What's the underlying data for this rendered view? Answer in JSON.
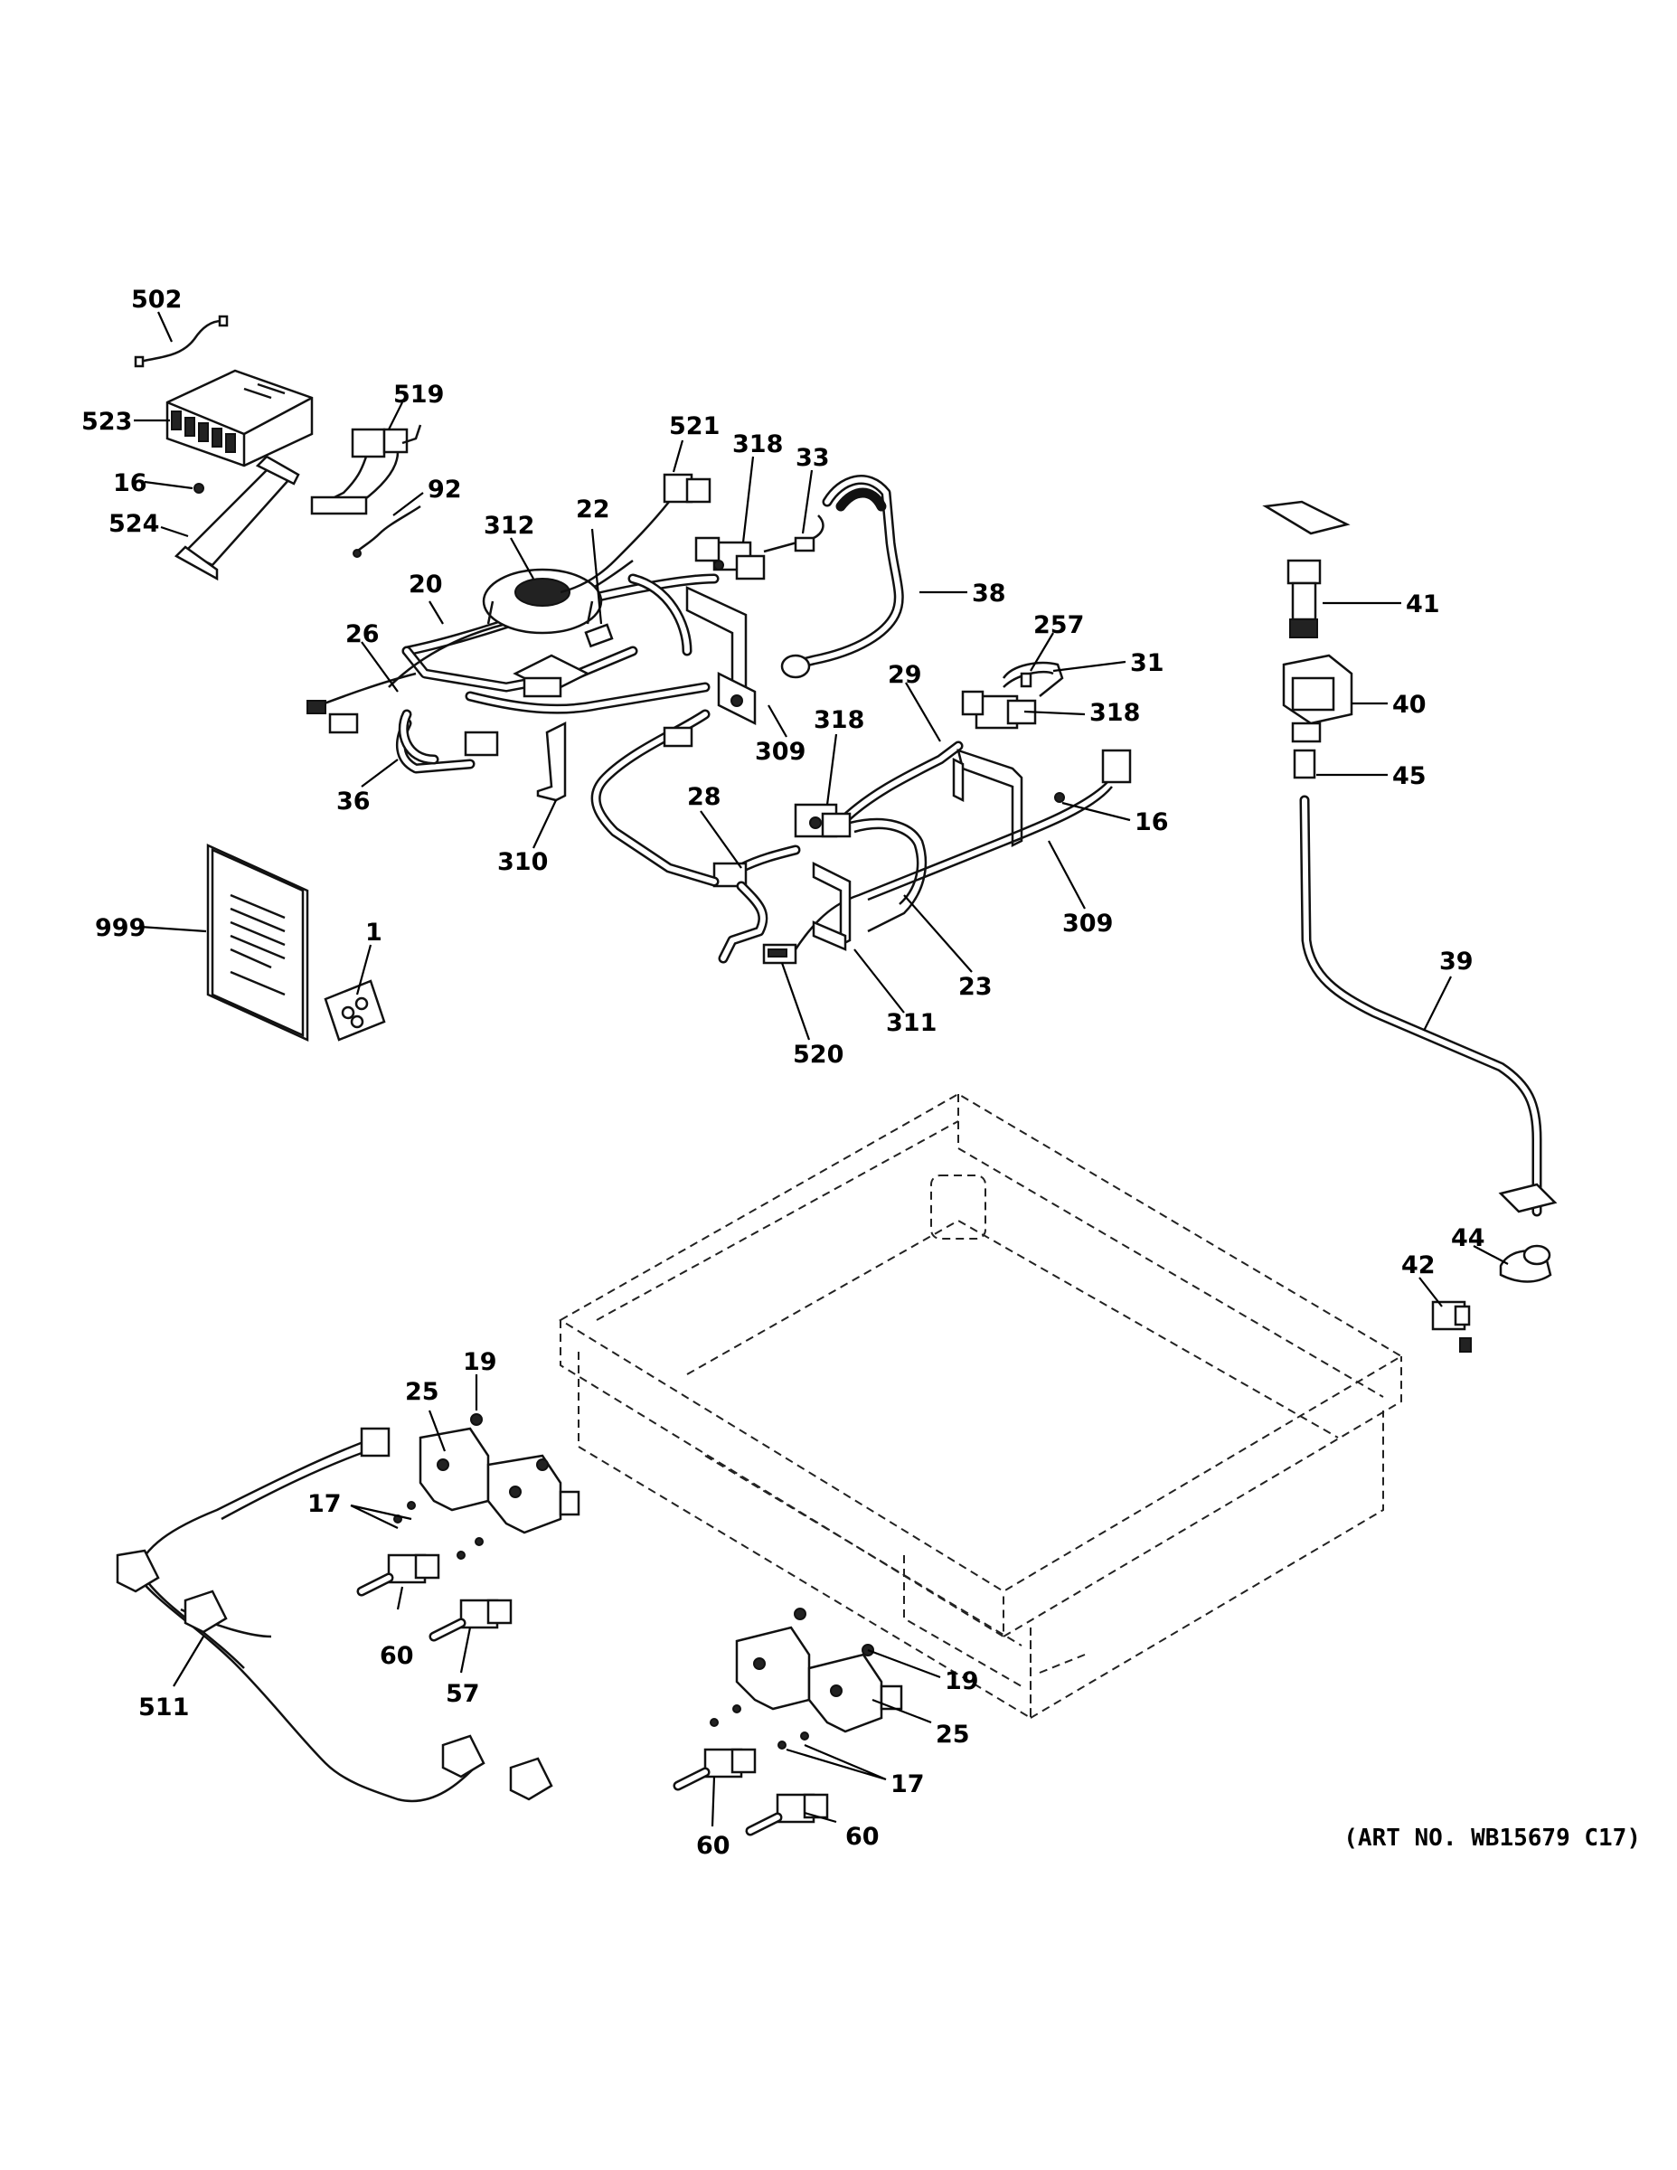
{
  "diagram": {
    "art_number": "(ART NO. WB15679 C17)",
    "callouts": [
      {
        "id": "c-502",
        "label": "502"
      },
      {
        "id": "c-523",
        "label": "523"
      },
      {
        "id": "c-519",
        "label": "519"
      },
      {
        "id": "c-16a",
        "label": "16"
      },
      {
        "id": "c-524",
        "label": "524"
      },
      {
        "id": "c-92",
        "label": "92"
      },
      {
        "id": "c-521",
        "label": "521"
      },
      {
        "id": "c-318a",
        "label": "318"
      },
      {
        "id": "c-33",
        "label": "33"
      },
      {
        "id": "c-312",
        "label": "312"
      },
      {
        "id": "c-22",
        "label": "22"
      },
      {
        "id": "c-20",
        "label": "20"
      },
      {
        "id": "c-38",
        "label": "38"
      },
      {
        "id": "c-26",
        "label": "26"
      },
      {
        "id": "c-257",
        "label": "257"
      },
      {
        "id": "c-31",
        "label": "31"
      },
      {
        "id": "c-29",
        "label": "29"
      },
      {
        "id": "c-318b",
        "label": "318"
      },
      {
        "id": "c-318c",
        "label": "318"
      },
      {
        "id": "c-309a",
        "label": "309"
      },
      {
        "id": "c-36",
        "label": "36"
      },
      {
        "id": "c-28",
        "label": "28"
      },
      {
        "id": "c-16b",
        "label": "16"
      },
      {
        "id": "c-310",
        "label": "310"
      },
      {
        "id": "c-309b",
        "label": "309"
      },
      {
        "id": "c-999",
        "label": "999"
      },
      {
        "id": "c-1",
        "label": "1"
      },
      {
        "id": "c-23",
        "label": "23"
      },
      {
        "id": "c-311",
        "label": "311"
      },
      {
        "id": "c-520",
        "label": "520"
      },
      {
        "id": "c-41",
        "label": "41"
      },
      {
        "id": "c-40",
        "label": "40"
      },
      {
        "id": "c-45",
        "label": "45"
      },
      {
        "id": "c-39",
        "label": "39"
      },
      {
        "id": "c-44",
        "label": "44"
      },
      {
        "id": "c-42",
        "label": "42"
      },
      {
        "id": "c-19a",
        "label": "19"
      },
      {
        "id": "c-25a",
        "label": "25"
      },
      {
        "id": "c-17a",
        "label": "17"
      },
      {
        "id": "c-60a",
        "label": "60"
      },
      {
        "id": "c-57",
        "label": "57"
      },
      {
        "id": "c-511",
        "label": "511"
      },
      {
        "id": "c-19b",
        "label": "19"
      },
      {
        "id": "c-25b",
        "label": "25"
      },
      {
        "id": "c-17b",
        "label": "17"
      },
      {
        "id": "c-60b",
        "label": "60"
      },
      {
        "id": "c-60c",
        "label": "60"
      }
    ]
  }
}
